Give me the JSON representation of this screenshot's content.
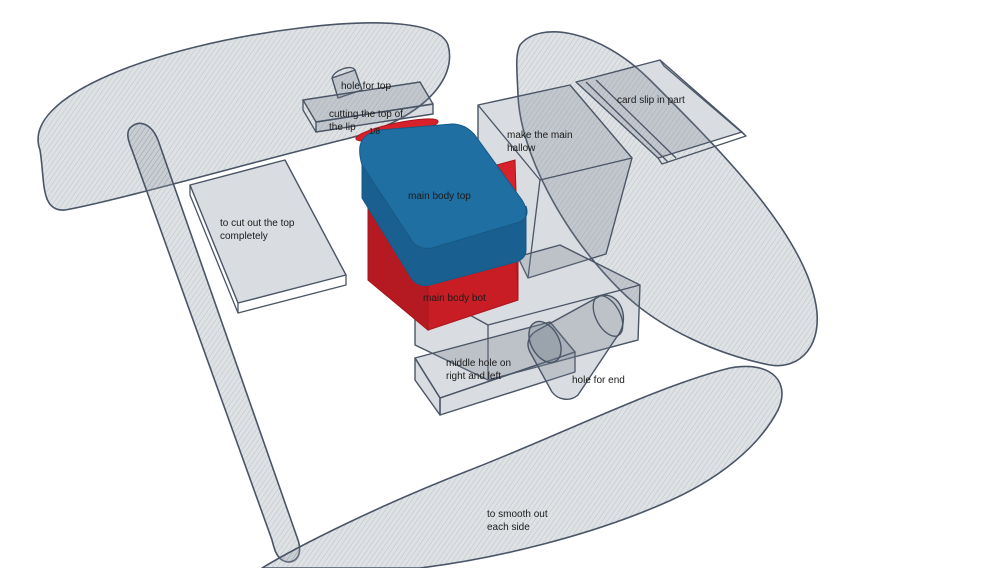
{
  "labels": {
    "hole_for_top": "hole for top",
    "cutting_top_of_lip": "cutting the top of\nthe lip",
    "small_tag": "1/8",
    "make_main_hallow": "make the main\nhallow",
    "card_slip": "card slip in part",
    "cut_out_top": "to cut out the top\ncompletely",
    "main_body_top": "main body top",
    "main_body_bot": "main body bot",
    "middle_hole": "middle hole on\nright and left",
    "hole_for_end": "hole for end",
    "smooth_out": "to smooth out\neach side"
  },
  "colors": {
    "hole_shape": "#7f8896",
    "hole_outline": "#4a5566",
    "main_body_top": "#1f6fa3",
    "main_body_top_dark": "#175a86",
    "main_body_bot": "#d8212a",
    "main_body_bot_dark": "#a8161d",
    "background": "#ffffff"
  }
}
